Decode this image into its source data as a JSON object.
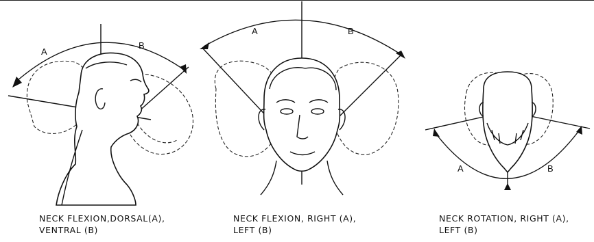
{
  "figures": [
    {
      "label_a": "A",
      "label_b": "B",
      "caption_line1": "NECK FLEXION,DORSAL(A),",
      "caption_line2": "VENTRAL (B)"
    },
    {
      "label_a": "A",
      "label_b": "B",
      "caption_line1": "NECK FLEXION, RIGHT (A),",
      "caption_line2": "LEFT (B)"
    },
    {
      "label_a": "A",
      "label_b": "B",
      "caption_line1": "NECK ROTATION, RIGHT (A),",
      "caption_line2": "LEFT (B)"
    }
  ]
}
